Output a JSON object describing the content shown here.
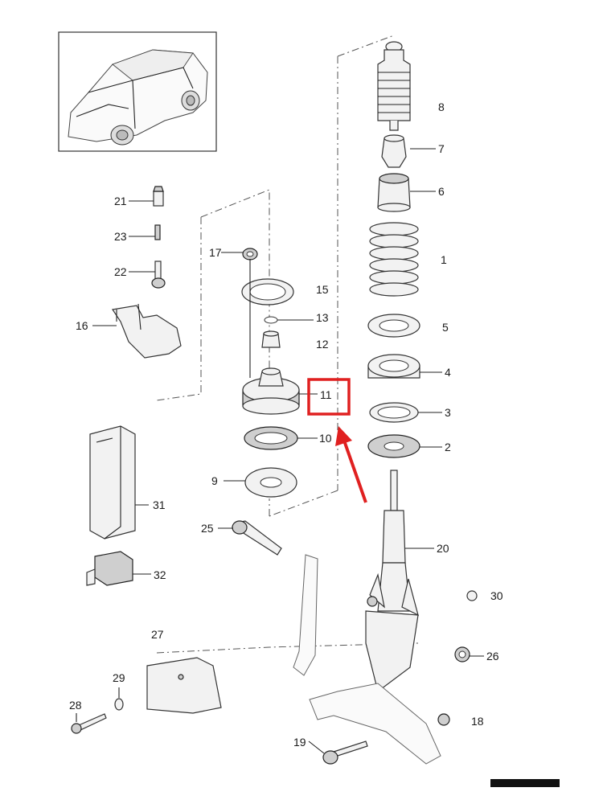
{
  "diagram": {
    "highlight_color": "#e02020",
    "highlighted_part": "11",
    "footer_text": "",
    "callouts": {
      "p1": "1",
      "p2": "2",
      "p3": "3",
      "p4": "4",
      "p5": "5",
      "p6": "6",
      "p7": "7",
      "p8": "8",
      "p9": "9",
      "p10": "10",
      "p11": "11",
      "p12": "12",
      "p13": "13",
      "p15": "15",
      "p16": "16",
      "p17": "17",
      "p18": "18",
      "p19": "19",
      "p20": "20",
      "p21": "21",
      "p22": "22",
      "p23": "23",
      "p25": "25",
      "p26": "26",
      "p27": "27",
      "p28": "28",
      "p29": "29",
      "p30": "30",
      "p31": "31",
      "p32": "32"
    }
  }
}
